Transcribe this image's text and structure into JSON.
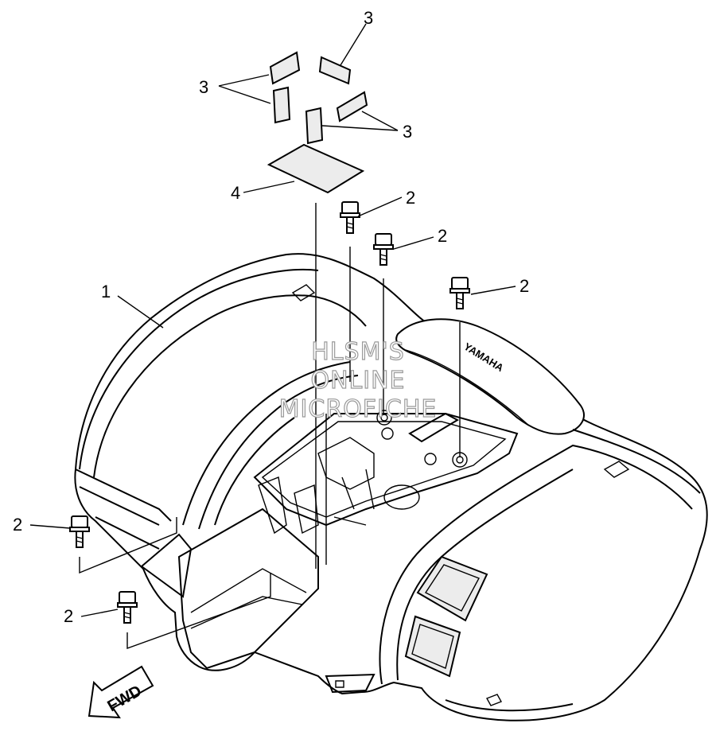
{
  "callouts": {
    "fender": "1",
    "bolt": "2",
    "pad": "3",
    "sheet": "4"
  },
  "watermark": {
    "line1": "HLSM'S",
    "line2": "ONLINE",
    "line3": "MICROFICHE"
  },
  "direction_label": "FWD",
  "brand_text": "YAMAHA",
  "colors": {
    "line": "#000000",
    "background": "#ffffff",
    "watermark_outline": "#9a9a9a"
  }
}
